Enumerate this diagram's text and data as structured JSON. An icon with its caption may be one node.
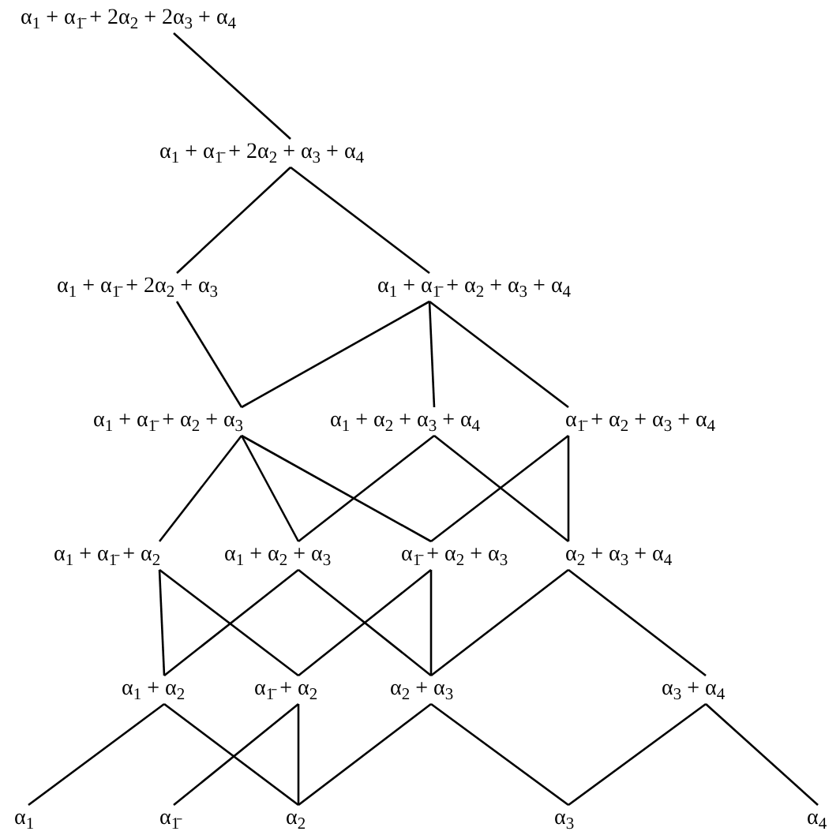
{
  "diagram": {
    "nodes": [
      {
        "text": [
          "α$_{1}$ + α$_{1̄}$ + 2α$_{2}$ + 2α$_{3}$ + α$_{4}$"
        ]
      },
      {
        "text": [
          "α$_{1}$ + α$_{1̄}$ + 2α$_{2}$ + α$_{3}$ + α$_{4}$"
        ]
      },
      {
        "text": [
          "α$_{1}$ + α$_{1̄}$ + 2α$_{2}$ + α$_{3}$"
        ]
      },
      {
        "text": [
          "α$_{1}$ + α$_{1̄}$ + α$_{2}$ + α$_{3}$ + α$_{4}$"
        ]
      },
      {
        "text": [
          "α$_{1}$ + α$_{1̄}$ + α$_{2}$ + α$_{3}$"
        ]
      },
      {
        "text": [
          "α$_{1}$ + α$_{2}$ + α$_{3}$ + α$_{4}$"
        ]
      },
      {
        "text": [
          "α$_{1̄}$ + α$_{2}$ + α$_{3}$ + α$_{4}$"
        ]
      },
      {
        "text": [
          "α$_{1}$ + α$_{1̄}$ + α$_{2}$"
        ]
      },
      {
        "text": [
          "α$_{1}$ + α$_{2}$ + α$_{3}$"
        ]
      },
      {
        "text": [
          "α$_{1̄}$ + α$_{2}$ + α$_{3}$"
        ]
      },
      {
        "text": [
          "α$_{2}$ + α$_{3}$ + α$_{4}$"
        ]
      },
      {
        "text": [
          "α$_{1}$ + α$_{2}$"
        ]
      },
      {
        "text": [
          "α$_{1̄}$ + α$_{2}$"
        ]
      },
      {
        "text": [
          "α$_{2}$ + α$_{3}$"
        ]
      },
      {
        "text": [
          "α$_{3}$ + α$_{4}$"
        ]
      },
      {
        "text": [
          "α$_{1}$"
        ]
      },
      {
        "text": [
          "α$_{1̄}$"
        ]
      },
      {
        "text": [
          "α$_{2}$"
        ]
      },
      {
        "text": [
          "α$_{3}$"
        ]
      },
      {
        "text": [
          "α$_{4}$"
        ]
      }
    ],
    "edges": [
      {
        "from": 0,
        "to": 1,
        "arrow": "none"
      },
      {
        "from": 1,
        "to": 2,
        "arrow": "none"
      },
      {
        "from": 1,
        "to": 3,
        "arrow": "none"
      },
      {
        "from": 2,
        "to": 4,
        "arrow": "none"
      },
      {
        "from": 3,
        "to": 4,
        "arrow": "none"
      },
      {
        "from": 3,
        "to": 5,
        "arrow": "none"
      },
      {
        "from": 3,
        "to": 6,
        "arrow": "none"
      },
      {
        "from": 4,
        "to": 7,
        "arrow": "none"
      },
      {
        "from": 4,
        "to": 8,
        "arrow": "none"
      },
      {
        "from": 4,
        "to": 9,
        "arrow": "none"
      },
      {
        "from": 5,
        "to": 8,
        "arrow": "none"
      },
      {
        "from": 5,
        "to": 10,
        "arrow": "none"
      },
      {
        "from": 6,
        "to": 9,
        "arrow": "none"
      },
      {
        "from": 6,
        "to": 10,
        "arrow": "none"
      },
      {
        "from": 7,
        "to": 11,
        "arrow": "none"
      },
      {
        "from": 7,
        "to": 12,
        "arrow": "none"
      },
      {
        "from": 8,
        "to": 11,
        "arrow": "none"
      },
      {
        "from": 8,
        "to": 13,
        "arrow": "none"
      },
      {
        "from": 9,
        "to": 12,
        "arrow": "none"
      },
      {
        "from": 9,
        "to": 13,
        "arrow": "none"
      },
      {
        "from": 10,
        "to": 13,
        "arrow": "none"
      },
      {
        "from": 10,
        "to": 14,
        "arrow": "none"
      },
      {
        "from": 11,
        "to": 15,
        "arrow": "none"
      },
      {
        "from": 11,
        "to": 17,
        "arrow": "none"
      },
      {
        "from": 12,
        "to": 16,
        "arrow": "none"
      },
      {
        "from": 12,
        "to": 17,
        "arrow": "none"
      },
      {
        "from": 13,
        "to": 17,
        "arrow": "none"
      },
      {
        "from": 13,
        "to": 18,
        "arrow": "none"
      },
      {
        "from": 14,
        "to": 18,
        "arrow": "none"
      },
      {
        "from": 14,
        "to": 19,
        "arrow": "none"
      }
    ]
  }
}
